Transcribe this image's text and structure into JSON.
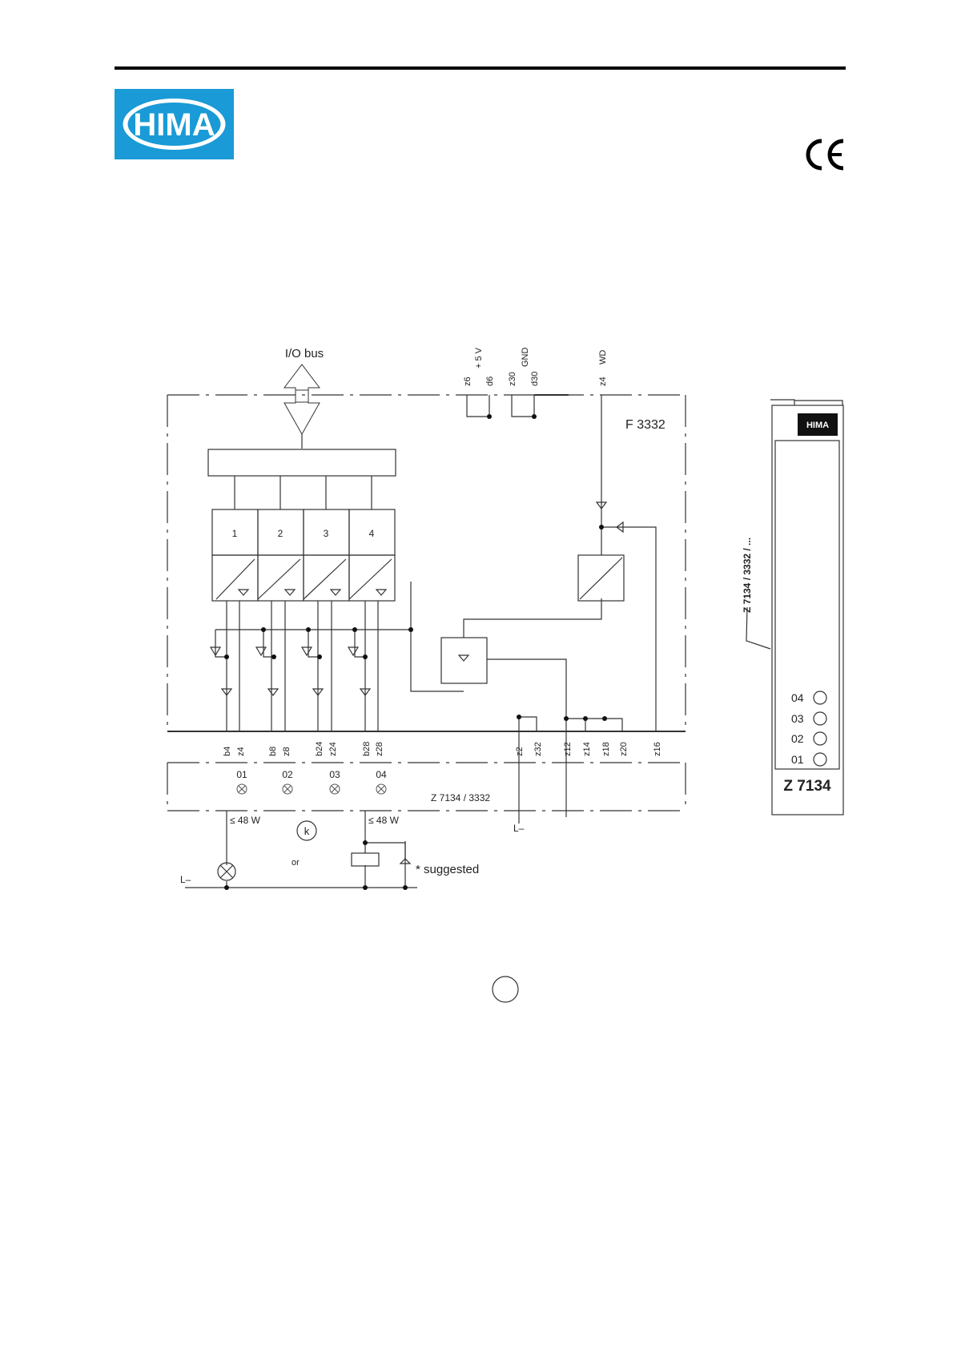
{
  "header": {
    "logo_text": "HIMA",
    "ce_mark": "CE"
  },
  "diagram": {
    "io_bus_label": "I/O bus",
    "module_label": "F 3332",
    "channels": [
      "1",
      "2",
      "3",
      "4"
    ],
    "supply_labels": {
      "plus5v": "+ 5 V",
      "gnd": "GND",
      "wd": "WD"
    },
    "top_pins": [
      "z6",
      "d6",
      "z30",
      "d30",
      "z4"
    ],
    "bottom_pins": [
      "b4",
      "z4",
      "b8",
      "z8",
      "b24",
      "z24",
      "b28",
      "z28",
      "z2",
      "z32",
      "z12",
      "z14",
      "z18",
      "z20",
      "z16"
    ],
    "led_labels": [
      "01",
      "02",
      "03",
      "04"
    ],
    "cable_label": "Z 7134 / 3332",
    "load_labels": [
      "≤ 48 W",
      "≤ 48 W"
    ],
    "l_minus_labels": [
      "L–",
      "L–"
    ],
    "k_label": "k",
    "or_label": "or",
    "suggested_label": "* suggested",
    "side_module": {
      "logo_text": "HIMA",
      "vertical_label": "Z 7134 / 3332 / ...",
      "leds": [
        "04",
        "03",
        "02",
        "01"
      ],
      "name": "Z 7134"
    }
  }
}
